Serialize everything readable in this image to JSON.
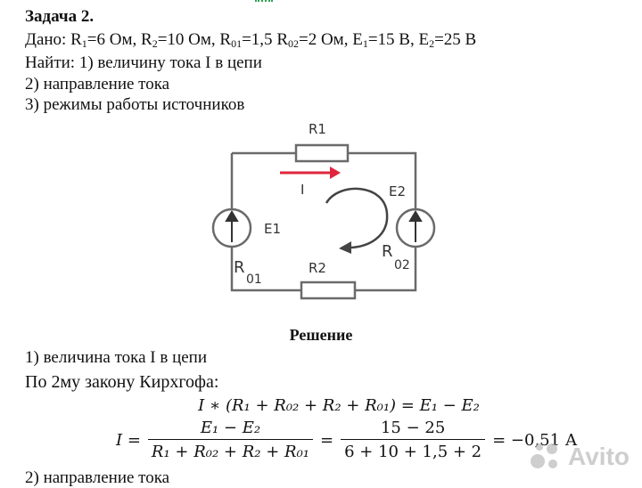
{
  "task": {
    "title": "Задача 2.",
    "given_prefix": "Дано: ",
    "given": [
      {
        "sym": "R",
        "sub": "1",
        "val": "=6 Ом, "
      },
      {
        "sym": "R",
        "sub": "2",
        "val": "=10 Ом, "
      },
      {
        "sym": "R",
        "sub": "01",
        "val": "=1,5 "
      },
      {
        "sym": "R",
        "sub": "02",
        "val": "=2 Ом, "
      },
      {
        "sym": "E",
        "sub": "1",
        "val": "=15 В, "
      },
      {
        "sym": "E",
        "sub": "2",
        "val": "=25 В"
      }
    ],
    "find_1": "Найти: 1) величину тока I в цепи",
    "find_2": "2) направление тока",
    "find_3": "3) режимы работы источников"
  },
  "circuit": {
    "r1": "R1",
    "r2": "R2",
    "e1": "E1",
    "e2": "E2",
    "current": "I",
    "r01": "R",
    "r01_sub": "01",
    "r02": "R",
    "r02_sub": "02",
    "arrow_color": "#e0263c"
  },
  "solution": {
    "heading": "Решение",
    "step1": "1) величина тока I в цепи",
    "kirchhoff": "По 2му закону Кирхгофа:",
    "eq1": "I ∗ (R₁ + R₀₂ + R₂ + R₀₁) = E₁ − E₂",
    "eq2_lhs": "I =",
    "eq2_num": "E₁ − E₂",
    "eq2_den": "R₁ + R₀₂ + R₂ + R₀₁",
    "eq2_eq": "=",
    "eq2_num2": "15 − 25",
    "eq2_den2": "6 + 10 + 1,5 + 2",
    "eq2_result": "= −0,51 А",
    "step2_cut": "2) направление тока"
  },
  "watermark": "Avito"
}
